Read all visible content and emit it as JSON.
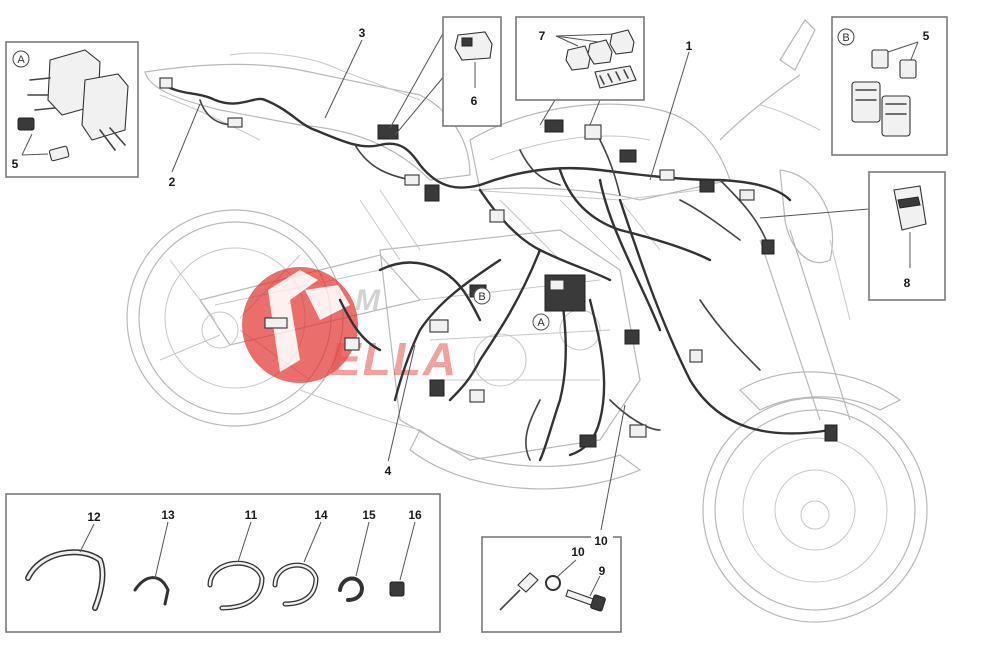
{
  "callouts": {
    "c1": "1",
    "c2": "2",
    "c3": "3",
    "c4": "4",
    "c5a": "5",
    "c5b": "5",
    "c6": "6",
    "c7": "7",
    "c8": "8",
    "c9": "9",
    "c10_left": "10",
    "c10_right": "10",
    "c11": "11",
    "c12": "12",
    "c13": "13",
    "c14": "14",
    "c15": "15",
    "c16": "16"
  },
  "detail_letters": {
    "a_inset": "A",
    "b_inset": "B",
    "a_on_bike": "A",
    "b_on_bike": "B"
  },
  "watermark": {
    "text": "MOTOR ELLA",
    "color": "#e0302b"
  },
  "colors": {
    "line_art": "#b9b9b9",
    "harness": "#333333",
    "frames": "#7a7a7a"
  }
}
